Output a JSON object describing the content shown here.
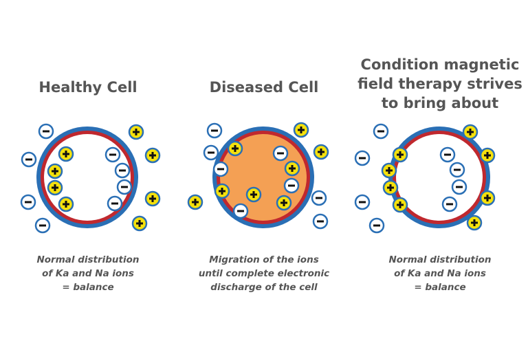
{
  "colors": {
    "outer_ring": "#2a6fb5",
    "inner_ring": "#c0282e",
    "diseased_fill": "#f4a054",
    "positive_fill": "#f5e10c",
    "negative_fill": "#ffffff",
    "ion_border": "#2a6fb5",
    "text": "#555555"
  },
  "panels": [
    {
      "title_lines": [
        "Healthy Cell"
      ],
      "caption_lines": [
        "Normal distribution",
        "of Ka and Na ions",
        "= balance"
      ],
      "cell_fill": "#ffffff",
      "ions": [
        {
          "sign": "negative"
        },
        {
          "sign": "negative"
        },
        {
          "sign": "negative"
        },
        {
          "sign": "negative"
        },
        {
          "sign": "positive"
        },
        {
          "sign": "positive"
        },
        {
          "sign": "positive"
        },
        {
          "sign": "positive"
        },
        {
          "sign": "negative"
        },
        {
          "sign": "negative"
        },
        {
          "sign": "negative"
        },
        {
          "sign": "negative"
        },
        {
          "sign": "positive"
        },
        {
          "sign": "positive"
        },
        {
          "sign": "positive"
        },
        {
          "sign": "positive"
        }
      ]
    },
    {
      "title_lines": [
        "Diseased Cell"
      ],
      "caption_lines": [
        "Migration of the ions",
        "until complete electronic",
        "discharge of the cell"
      ],
      "cell_fill": "#f4a054",
      "ions": [
        {
          "sign": "negative"
        },
        {
          "sign": "positive"
        },
        {
          "sign": "negative"
        },
        {
          "sign": "positive"
        },
        {
          "sign": "negative"
        },
        {
          "sign": "positive"
        },
        {
          "sign": "negative"
        },
        {
          "sign": "positive"
        },
        {
          "sign": "positive"
        },
        {
          "sign": "negative"
        },
        {
          "sign": "positive"
        },
        {
          "sign": "negative"
        },
        {
          "sign": "positive"
        },
        {
          "sign": "negative"
        },
        {
          "sign": "positive"
        },
        {
          "sign": "negative"
        }
      ]
    },
    {
      "title_lines": [
        "Condition magnetic",
        "field therapy strives",
        "to bring about"
      ],
      "caption_lines": [
        "Normal distribution",
        "of Ka and Na ions",
        "= balance"
      ],
      "cell_fill": "#ffffff",
      "ions": [
        {
          "sign": "negative"
        },
        {
          "sign": "negative"
        },
        {
          "sign": "negative"
        },
        {
          "sign": "negative"
        },
        {
          "sign": "positive"
        },
        {
          "sign": "positive"
        },
        {
          "sign": "positive"
        },
        {
          "sign": "positive"
        },
        {
          "sign": "negative"
        },
        {
          "sign": "negative"
        },
        {
          "sign": "negative"
        },
        {
          "sign": "negative"
        },
        {
          "sign": "positive"
        },
        {
          "sign": "positive"
        },
        {
          "sign": "positive"
        },
        {
          "sign": "positive"
        }
      ]
    }
  ]
}
